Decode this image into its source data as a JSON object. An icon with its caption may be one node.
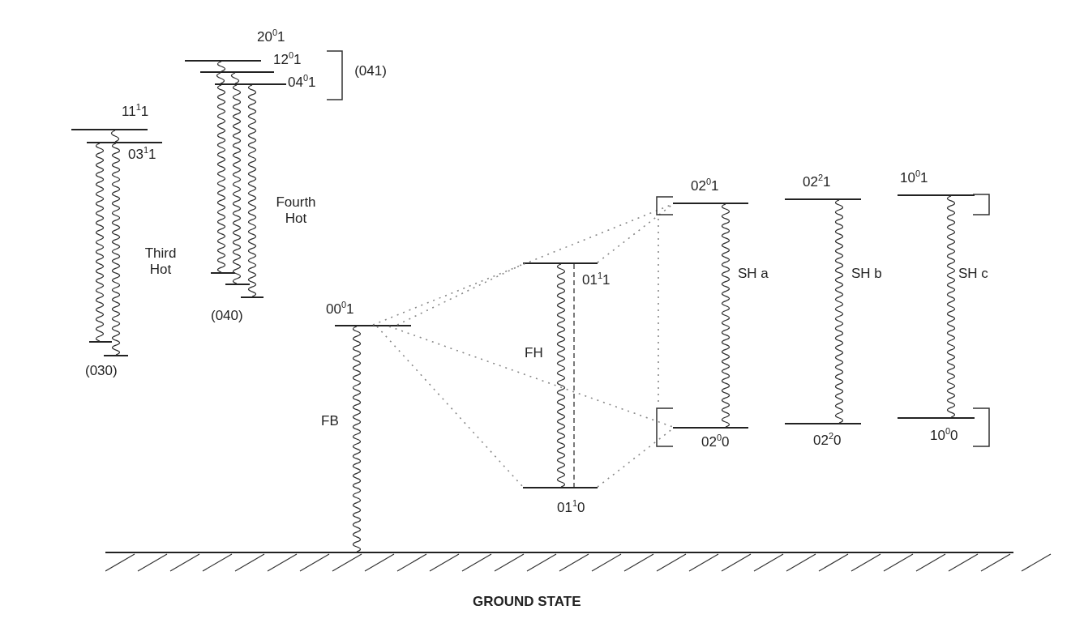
{
  "diagram": {
    "nodes": [
      {
        "text": [
          "20$^{0}$1"
        ]
      },
      {
        "text": [
          "12$^{0}$1"
        ]
      },
      {
        "text": [
          "04$^{0}$1"
        ]
      },
      {
        "text": [
          "11$^{1}$1"
        ]
      },
      {
        "text": [
          "03$^{1}$1"
        ]
      },
      {
        "text": [],
        "shape": "bar"
      },
      {
        "text": [
          "(030)"
        ]
      },
      {
        "text": [],
        "shape": "bar"
      },
      {
        "text": [],
        "shape": "bar"
      },
      {
        "text": [
          "(040)"
        ]
      },
      {
        "text": [
          "00$^{0}$1"
        ]
      },
      {
        "text": [
          "01$^{1}$1"
        ]
      },
      {
        "text": [
          "01$^{1}$0"
        ]
      },
      {
        "text": [
          "02$^{0}$1"
        ]
      },
      {
        "text": [
          "02$^{0}$0"
        ]
      },
      {
        "text": [
          "02$^{2}$1"
        ]
      },
      {
        "text": [
          "02$^{2}$0"
        ]
      },
      {
        "text": [
          "10$^{0}$1"
        ]
      },
      {
        "text": [
          "10$^{0}$0"
        ]
      },
      {
        "text": [
          "GROUND STATE"
        ]
      }
    ],
    "edges": [
      {
        "from": 0,
        "to": 1,
        "arrow": "none"
      },
      {
        "from": 1,
        "to": 2,
        "arrow": "none"
      },
      {
        "from": 1,
        "to": 2,
        "arrow": "none"
      },
      {
        "from": 3,
        "to": 4,
        "arrow": "none"
      },
      {
        "from": 4,
        "to": 5,
        "arrow": "none"
      },
      {
        "from": 4,
        "to": 6,
        "arrow": "none"
      },
      {
        "from": 2,
        "to": 7,
        "arrow": "none"
      },
      {
        "from": 2,
        "to": 8,
        "arrow": "none"
      },
      {
        "from": 2,
        "to": 9,
        "arrow": "none"
      },
      {
        "from": 10,
        "to": 19,
        "arrow": "none",
        "label": "FB"
      },
      {
        "from": 11,
        "to": 12,
        "arrow": "none",
        "label": "FH"
      },
      {
        "from": 11,
        "to": 12,
        "arrow": "none",
        "style": "dashed"
      },
      {
        "from": 13,
        "to": 14,
        "arrow": "none",
        "label": "SH a"
      },
      {
        "from": 15,
        "to": 16,
        "arrow": "none",
        "label": "SH b"
      },
      {
        "from": 17,
        "to": 18,
        "arrow": "none",
        "label": "SH c"
      },
      {
        "from": 10,
        "to": 13,
        "arrow": "none",
        "style": "dashed",
        "color": "#888888"
      },
      {
        "from": 10,
        "to": 11,
        "arrow": "none",
        "style": "dashed",
        "color": "#888888"
      },
      {
        "from": 11,
        "to": 13,
        "arrow": "none",
        "style": "dashed",
        "color": "#888888"
      },
      {
        "from": 10,
        "to": 12,
        "arrow": "none",
        "style": "dashed",
        "color": "#888888"
      },
      {
        "from": 10,
        "to": 14,
        "arrow": "none",
        "style": "dashed",
        "color": "#888888"
      },
      {
        "from": 12,
        "to": 14,
        "arrow": "none",
        "style": "dashed",
        "color": "#888888"
      }
    ],
    "labels": [
      "(041)",
      "Third Hot",
      "Fourth Hot"
    ]
  }
}
